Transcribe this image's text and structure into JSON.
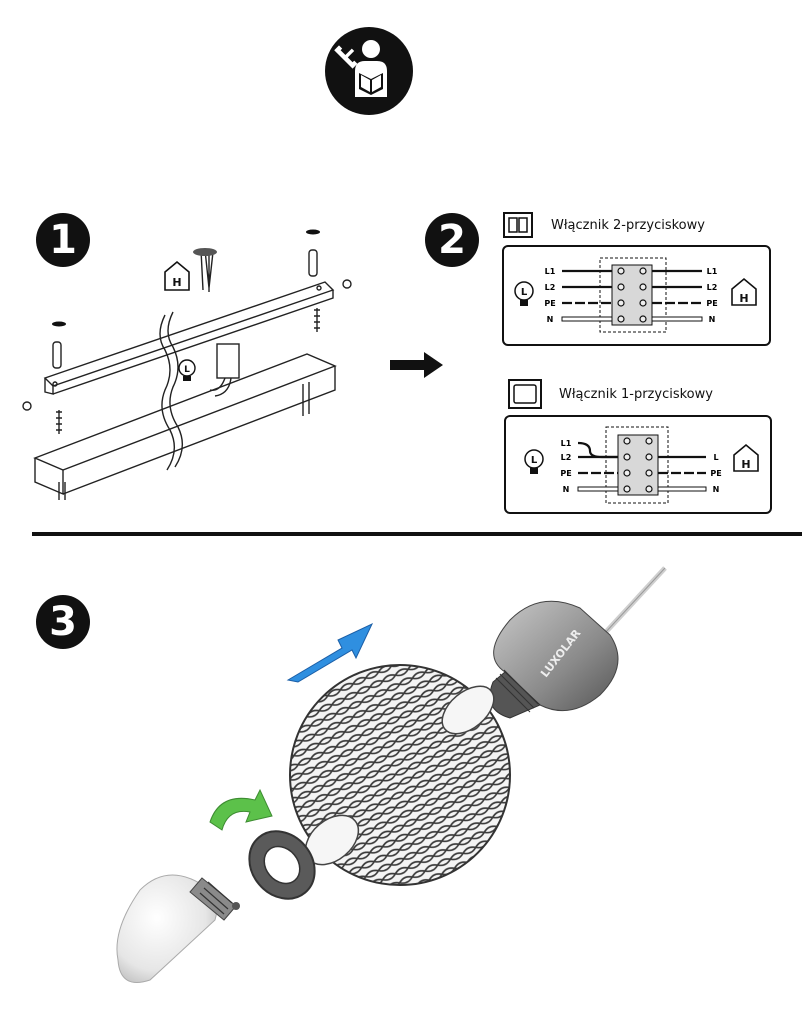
{
  "icons": {
    "manual": "read-manual-icon",
    "house": "house-h-icon",
    "lamp": "lamp-l-icon",
    "arrow": "right-arrow-icon"
  },
  "steps": [
    {
      "number": "1"
    },
    {
      "number": "2"
    },
    {
      "number": "3"
    }
  ],
  "step1": {
    "house_letter": "H",
    "lamp_letter": "L"
  },
  "step2": {
    "switch_two": {
      "title": "Włącznik 2-przyciskowy",
      "left_terminals": [
        "L1",
        "L2",
        "PE",
        "N"
      ],
      "right_terminals": [
        "L1",
        "L2",
        "PE",
        "N"
      ],
      "lamp_letter": "L",
      "house_letter": "H"
    },
    "switch_one": {
      "title": "Włącznik 1-przyciskowy",
      "left_terminals": [
        "L1",
        "L2",
        "PE",
        "N"
      ],
      "right_terminals": [
        "L",
        "PE",
        "N"
      ],
      "lamp_letter": "L",
      "house_letter": "H"
    }
  },
  "step3": {
    "brand": "LUXOLAR"
  },
  "colors": {
    "black": "#111111",
    "arrow_blue": "#2f8fe0",
    "arrow_green": "#5cc14a",
    "metal_gray": "#8a8a8a"
  }
}
